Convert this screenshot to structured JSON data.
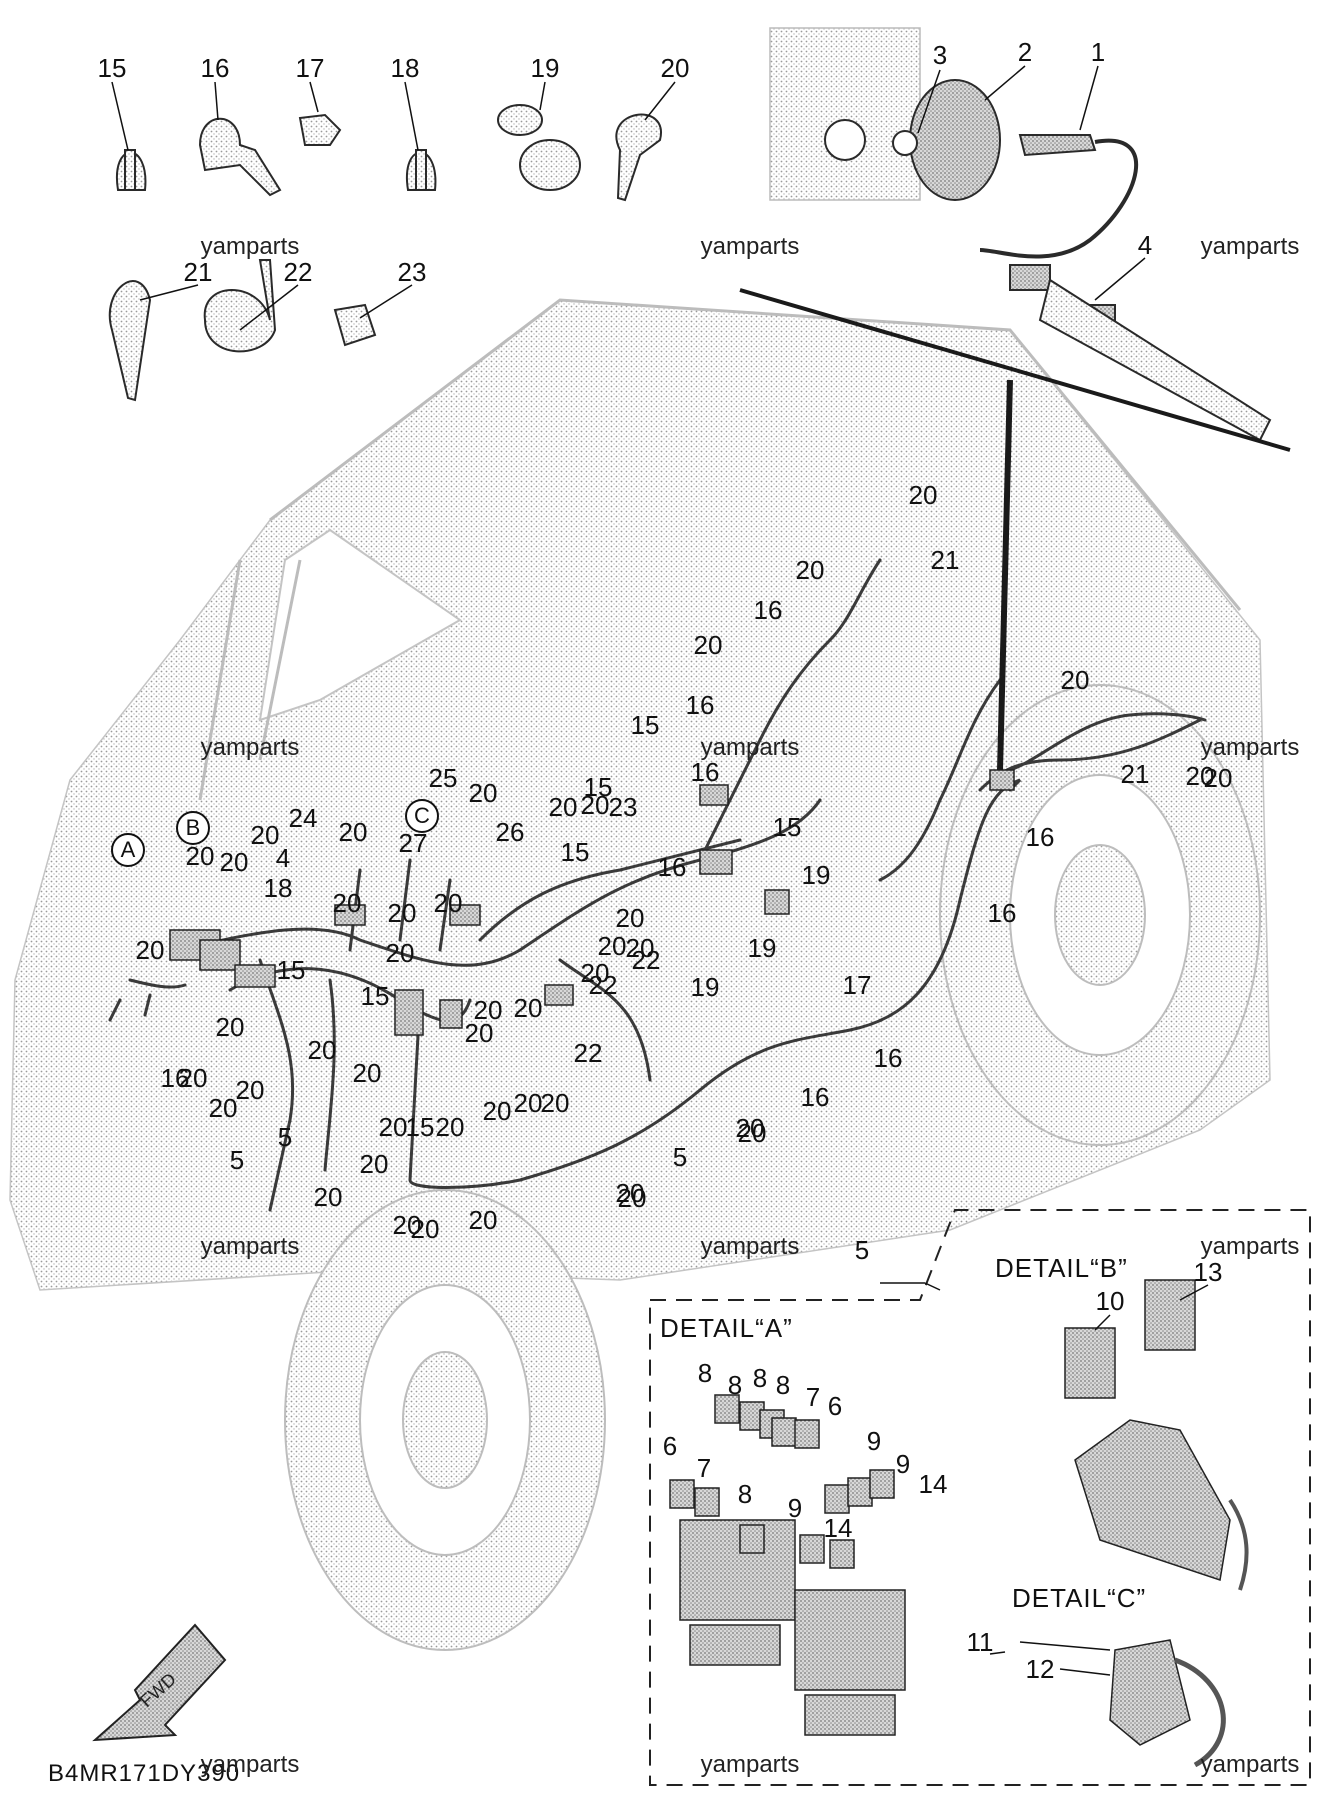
{
  "diagram_code": "B4MR171DY390",
  "watermark": "yamparts",
  "fwd_label": "FWD",
  "details": {
    "a": "DETAIL“A”",
    "b": "DETAIL“B”",
    "c": "DETAIL“C”"
  },
  "circle_markers": [
    "A",
    "B",
    "C"
  ],
  "callouts": {
    "top_clips": [
      "15",
      "16",
      "17",
      "18",
      "19",
      "20",
      "21",
      "22",
      "23"
    ],
    "sensor": [
      "1",
      "2",
      "3",
      "4"
    ],
    "main_harness": [
      "20",
      "21",
      "20",
      "16",
      "20",
      "15",
      "16",
      "15",
      "16",
      "15",
      "20",
      "20",
      "21",
      "20",
      "16",
      "25",
      "20",
      "24",
      "20",
      "20",
      "4",
      "20",
      "20",
      "27",
      "26",
      "20",
      "23",
      "20",
      "15",
      "18",
      "20",
      "20",
      "20",
      "16",
      "19",
      "20",
      "16",
      "20",
      "15",
      "19",
      "20",
      "20",
      "22",
      "19",
      "15",
      "20",
      "17",
      "20",
      "20",
      "20",
      "22",
      "20",
      "16",
      "20",
      "16",
      "20",
      "20",
      "5",
      "20",
      "15",
      "22",
      "20",
      "20",
      "20",
      "20",
      "20",
      "20",
      "5",
      "20",
      "16",
      "20",
      "5",
      "20",
      "20",
      "20",
      "20",
      "20",
      "20",
      "20",
      "20"
    ],
    "detail_a": [
      "5",
      "8",
      "8",
      "8",
      "8",
      "7",
      "6",
      "6",
      "7",
      "8",
      "9",
      "9",
      "14",
      "9",
      "14"
    ],
    "detail_b": [
      "10",
      "13"
    ],
    "detail_c": [
      "11",
      "12"
    ]
  }
}
